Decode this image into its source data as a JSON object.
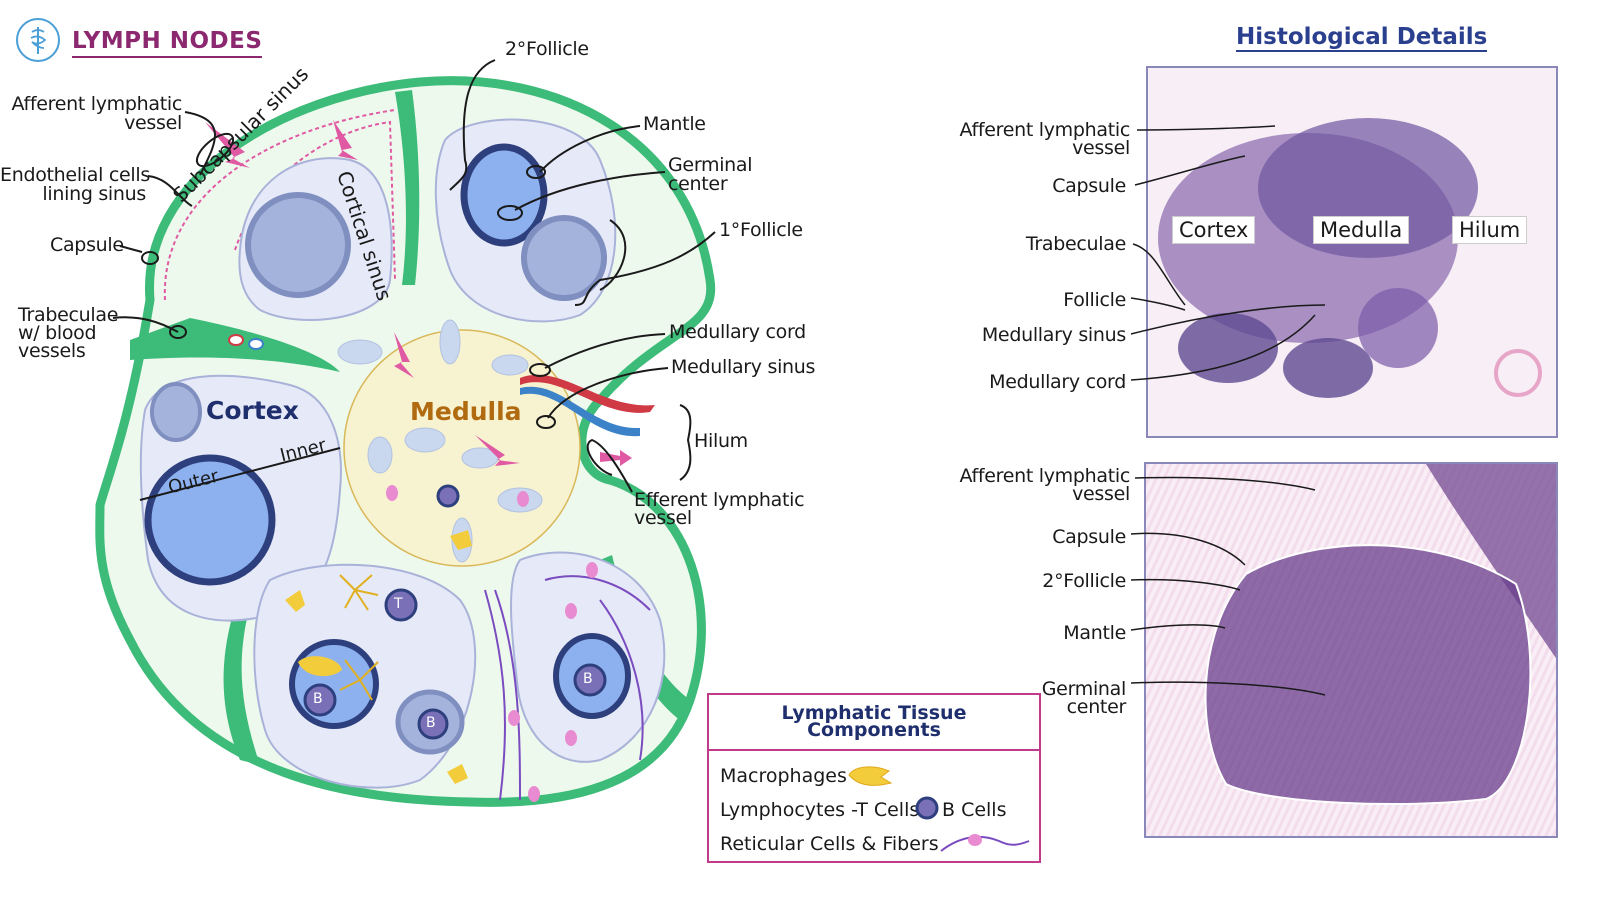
{
  "header": {
    "title": "LYMPH NODES",
    "histology_title": "Histological Details"
  },
  "diagram_labels": {
    "afferent": [
      "Afferent lymphatic",
      "vessel"
    ],
    "endothelial": [
      "Endothelial cells",
      "lining sinus"
    ],
    "capsule": "Capsule",
    "trabeculae": [
      "Trabeculae",
      "w/ blood",
      "vessels"
    ],
    "secondary_follicle": "2°Follicle",
    "mantle": "Mantle",
    "germinal_center": [
      "Germinal",
      "center"
    ],
    "primary_follicle": "1°Follicle",
    "medullary_cord": "Medullary cord",
    "medullary_sinus": "Medullary sinus",
    "hilum": "Hilum",
    "efferent": [
      "Efferent lymphatic",
      "vessel"
    ],
    "subcapsular_sinus": "Subcapsular sinus",
    "cortical_sinus": "Cortical sinus",
    "cortex": "Cortex",
    "medulla": "Medulla",
    "outer": "Outer",
    "inner": "Inner",
    "cell_t": "T",
    "cell_b": "B"
  },
  "histology_top": {
    "labels": [
      "Afferent lymphatic",
      "vessel",
      "Capsule",
      "Trabeculae",
      "Follicle",
      "Medullary sinus",
      "Medullary cord"
    ],
    "tags": [
      "Cortex",
      "Medulla",
      "Hilum"
    ]
  },
  "histology_bottom": {
    "labels": [
      "Afferent lymphatic",
      "vessel",
      "Capsule",
      "2°Follicle",
      "Mantle",
      "Germinal",
      "center"
    ]
  },
  "legend": {
    "title": [
      "Lymphatic Tissue",
      "Components"
    ],
    "items": [
      "Macrophages",
      "Lymphocytes -T Cells",
      "B Cells",
      "Reticular Cells & Fibers"
    ]
  },
  "colors": {
    "capsule_green": "#3dbb78",
    "sinus_bg": "#eef9ee",
    "follicle_fill": "#e6e9f7",
    "follicle_blue": "#8cb1ee",
    "mantle_navy": "#2e3f7d",
    "medulla_fill": "#f7f2cf",
    "accent_pink": "#e05aa3",
    "title_purple": "#8b2870",
    "hist_blue": "#2b3f8f"
  }
}
